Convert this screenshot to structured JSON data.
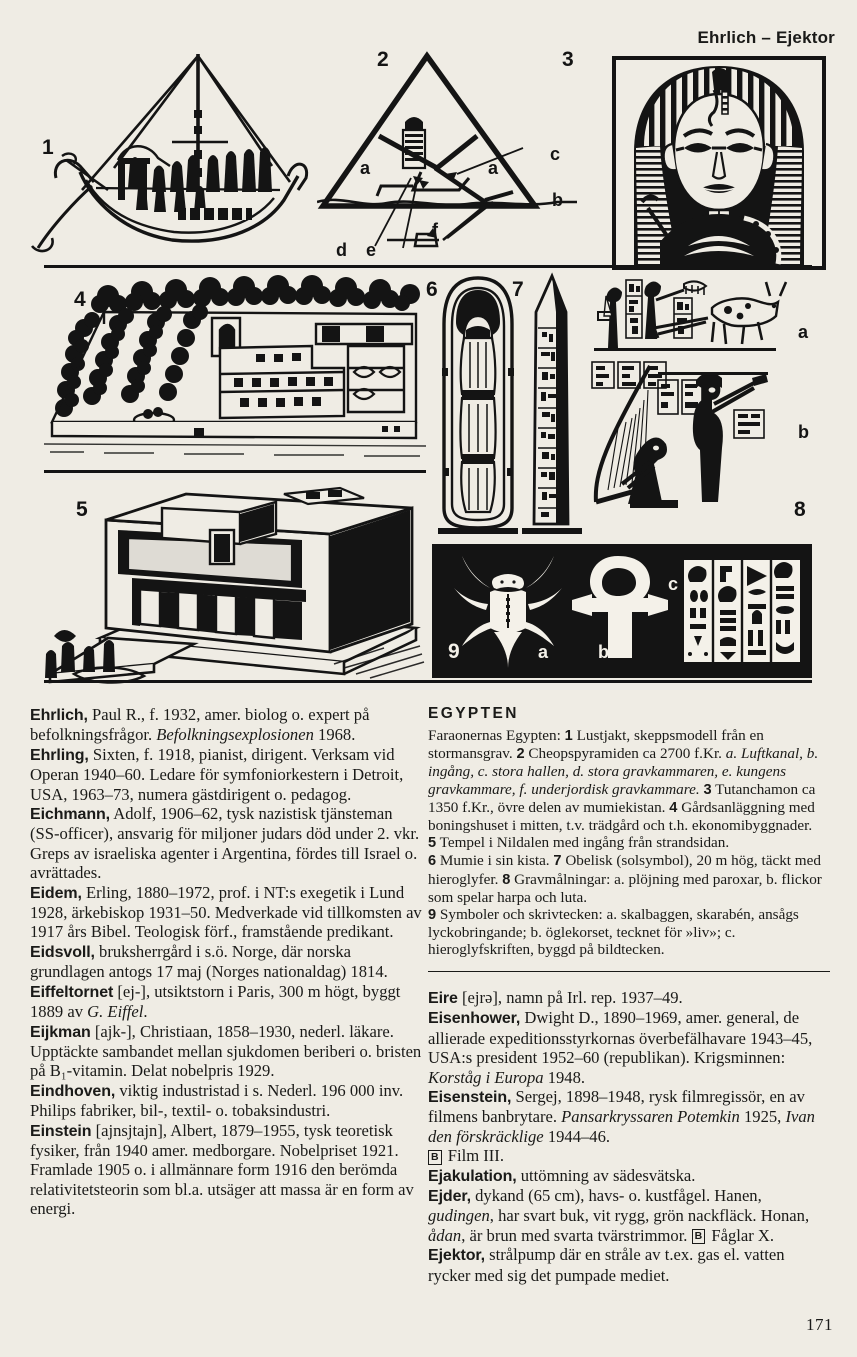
{
  "running_head": "Ehrlich – Ejektor",
  "folio": "171",
  "plate": {
    "figures": [
      {
        "number": "1",
        "caption": "Lustjakt, skeppsmodell från en stormansgrav",
        "icon": "egyptian-sailing-boat"
      },
      {
        "number": "2",
        "caption": "Cheopspyramiden ca 2700 f.Kr.",
        "icon": "pyramid-cross-section",
        "labels": [
          "a",
          "b",
          "c",
          "d",
          "e",
          "f"
        ]
      },
      {
        "number": "3",
        "caption": "Tutanchamon ca 1350 f.Kr., övre delen av mumiekistan",
        "icon": "tutankhamun-mask"
      },
      {
        "number": "4",
        "caption": "Gårdsanläggning med boningshuset i mitten",
        "icon": "egyptian-estate"
      },
      {
        "number": "5",
        "caption": "Tempel i Nildalen med ingång från strandsidan",
        "icon": "nile-temple"
      },
      {
        "number": "6",
        "caption": "Mumie i sin kista",
        "icon": "mummy-in-coffin"
      },
      {
        "number": "7",
        "caption": "Obelisk (solsymbol), 20 m hög",
        "icon": "obelisk"
      },
      {
        "number": "8",
        "caption": "Gravmålningar",
        "icon": "tomb-paintings",
        "labels": [
          "a",
          "b"
        ]
      },
      {
        "number": "9",
        "caption": "Symboler och skrivtecken",
        "icon": "egyptian-symbols",
        "labels": [
          "a",
          "b",
          "c"
        ]
      }
    ]
  },
  "left_column": {
    "entries": [
      {
        "headword": "Ehrlich,",
        "body_1": " Paul R., f. 1932, amer. biolog o. expert på befolkningsfrågor. ",
        "italic_1": "Befolkningsexplosionen",
        "body_2": " 1968."
      },
      {
        "headword": "Ehrling,",
        "body_1": " Sixten, f. 1918, pianist, dirigent. Verksam vid Operan 1940–60. Ledare för symfoniorkestern i Detroit, USA, 1963–73, numera gästdirigent o. pedagog."
      },
      {
        "headword": "Eichmann,",
        "body_1": " Adolf, 1906–62, tysk nazistisk tjänsteman (SS-officer), ansvarig för miljoner judars död under 2. vkr. Greps av israeliska agenter i Argentina, fördes till Israel o. avrättades."
      },
      {
        "headword": "Eidem,",
        "body_1": " Erling, 1880–1972, prof. i NT:s exegetik i Lund 1928, ärkebiskop 1931–50. Medverkade vid tillkomsten av 1917 års Bibel. Teologisk förf., framstående predikant."
      },
      {
        "headword": "Eidsvoll,",
        "body_1": " bruksherrgård i s.ö. Norge, där norska grundlagen antogs 17 maj (Norges nationaldag) 1814."
      },
      {
        "headword": "Eiffeltornet",
        "body_1": " [ej-], utsiktstorn i Paris, 300 m högt, byggt 1889 av ",
        "italic_1": "G. Eiffel",
        "body_2": "."
      },
      {
        "headword": "Eijkman",
        "body_1": " [ajk-], Christiaan, 1858–1930, nederl. läkare. Upptäckte sambandet mellan sjukdomen beriberi o. bristen på B₁-vitamin. Delat nobelpris 1929."
      },
      {
        "headword": "Eindhoven,",
        "body_1": " viktig industristad i s. Nederl. 196 000 inv. Philips fabriker, bil-, textil- o. tobaksindustri."
      },
      {
        "headword": "Einstein",
        "body_1": " [ajnsjtajn], Albert, 1879–1955, tysk teoretisk fysiker, från 1940 amer. medborgare. Nobelpriset 1921. Framlade 1905 o. i allmännare form 1916 den berömda relativitetsteorin som bl.a. utsäger att massa är en form av energi."
      }
    ]
  },
  "boxed_article": {
    "title": "EGYPTEN",
    "lead": "Faraonernas Egypten: ",
    "items": [
      {
        "n": "1",
        "text": " Lustjakt, skeppsmodell från en stormansgrav. "
      },
      {
        "n": "2",
        "text": " Cheopspyramiden ca 2700 f.Kr. "
      },
      {
        "n": "2_sub",
        "text": "a. Luftkanal, b. ingång, c. stora hallen, d. stora gravkammaren, e. kungens gravkammare, f. underjordisk gravkammare. "
      },
      {
        "n": "3",
        "text": " Tutanchamon ca 1350 f.Kr., övre delen av mumiekistan. "
      },
      {
        "n": "4",
        "text": " Gårdsanläggning med boningshuset i mitten, t.v. trädgård och t.h. ekonomibyggnader."
      },
      {
        "n": "5",
        "text": " Tempel i Nildalen med ingång från strandsidan."
      },
      {
        "n": "6",
        "text": " Mumie i sin kista. "
      },
      {
        "n": "7",
        "text": " Obelisk (solsymbol), 20 m hög, täckt med hieroglyfer. "
      },
      {
        "n": "8",
        "text": " Gravmålningar: a. plöjning med paroxar, b. flickor som spelar harpa och luta."
      },
      {
        "n": "9",
        "text": " Symboler och skrivtecken: a. skalbaggen, skarabén, ansågs lyckobringande; b. öglekorset, tecknet för »liv»; c. hieroglyfskriften, byggd på bildtecken."
      }
    ]
  },
  "right_column": {
    "entries": [
      {
        "headword": "Eire",
        "body_1": " [ejrə], namn på Irl. rep. 1937–49."
      },
      {
        "headword": "Eisenhower,",
        "body_1": " Dwight D., 1890–1969, amer. general, de allierade expeditionsstyrkornas överbefälhavare 1943–45, USA:s president 1952–60 (republikan). Krigsminnen: ",
        "italic_1": "Korståg i Europa",
        "body_2": " 1948."
      },
      {
        "headword": "Eisenstein,",
        "body_1": " Sergej, 1898–1948, rysk filmregissör, en av filmens banbrytare. ",
        "italic_1": "Pansarkryssaren Potemkin",
        "body_2": " 1925, ",
        "italic_2": "Ivan den förskräcklige",
        "body_3": " 1944–46.",
        "xref": "B",
        "xref_text": " Film III."
      },
      {
        "headword": "Ejakulation,",
        "body_1": " uttömning av sädesvätska."
      },
      {
        "headword": "Ejder,",
        "body_1": " dykand (65 cm), havs- o. kustfågel. Hanen, ",
        "italic_1": "gudingen",
        "body_2": ", har svart buk, vit rygg, grön nackfläck. Honan, ",
        "italic_2": "ådan",
        "body_3": ", är brun med svarta tvärstrimmor. ",
        "xref": "B",
        "xref_text": " Fåglar X."
      },
      {
        "headword": "Ejektor,",
        "body_1": " strålpump där en stråle av t.ex. gas el. vatten rycker med sig det pumpade mediet."
      }
    ]
  },
  "colors": {
    "paper": "#efece4",
    "ink": "#1a1a18",
    "plate_ink": "#141414",
    "plate_panel_black": "#141414"
  }
}
